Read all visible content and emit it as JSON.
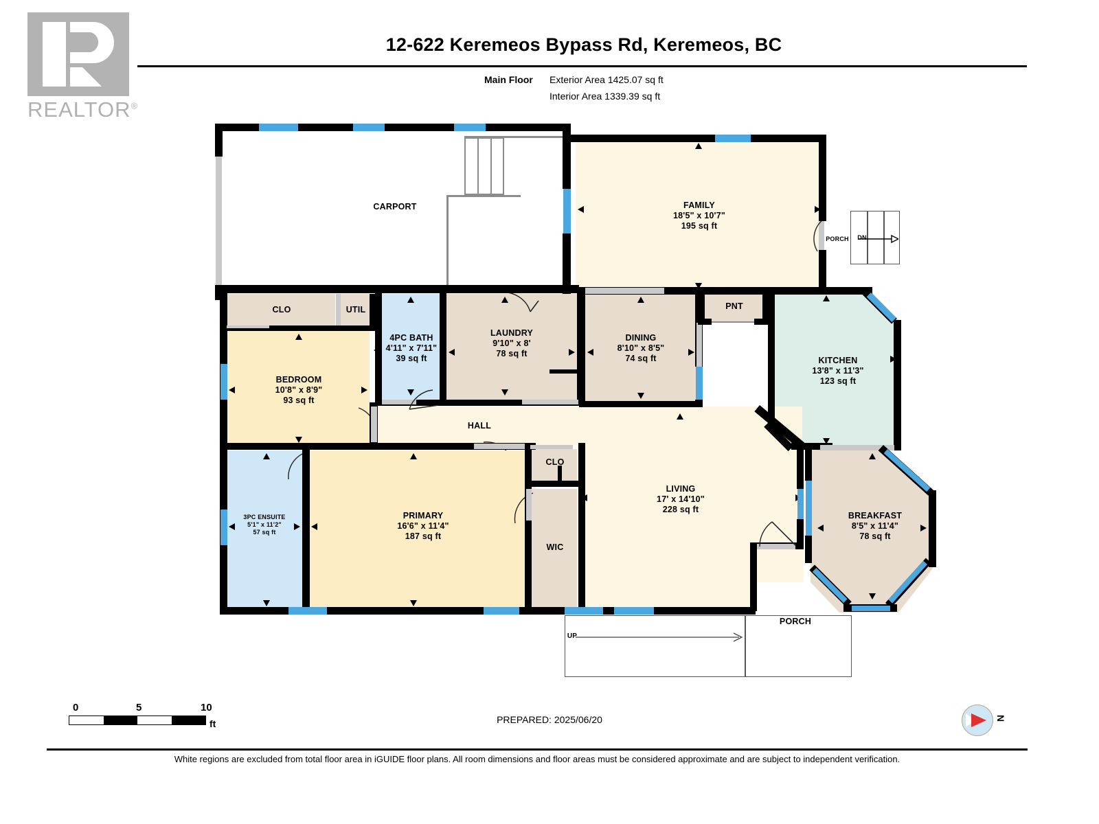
{
  "brand": {
    "logo_text": "REALTOR",
    "logo_reg": "®",
    "logo_letter": "R"
  },
  "header": {
    "title": "12-622 Keremeos Bypass Rd, Keremeos, BC",
    "floor_label": "Main Floor",
    "exterior_area": "Exterior Area 1425.07 sq ft",
    "interior_area": "Interior Area 1339.39 sq ft"
  },
  "rooms": {
    "carport": {
      "name": "CARPORT"
    },
    "family": {
      "name": "FAMILY",
      "dim": "18'5\" x 10'7\"",
      "sqft": "195 sq ft"
    },
    "porch_top": {
      "name": "PORCH",
      "dn": "DN"
    },
    "clo_top": {
      "name": "CLO"
    },
    "util": {
      "name": "UTIL"
    },
    "bath4pc": {
      "name": "4PC BATH",
      "dim": "4'11\" x 7'11\"",
      "sqft": "39 sq ft"
    },
    "laundry": {
      "name": "LAUNDRY",
      "dim": "9'10\" x 8'",
      "sqft": "78 sq ft"
    },
    "dining": {
      "name": "DINING",
      "dim": "8'10\" x 8'5\"",
      "sqft": "74 sq ft"
    },
    "pnt": {
      "name": "PNT"
    },
    "kitchen": {
      "name": "KITCHEN",
      "dim": "13'8\" x 11'3\"",
      "sqft": "123 sq ft"
    },
    "bedroom": {
      "name": "BEDROOM",
      "dim": "10'8\" x 8'9\"",
      "sqft": "93 sq ft"
    },
    "hall": {
      "name": "HALL"
    },
    "ensuite": {
      "name": "3PC ENSUITE",
      "dim": "5'1\" x 11'2\"",
      "sqft": "57 sq ft"
    },
    "primary": {
      "name": "PRIMARY",
      "dim": "16'6\" x 11'4\"",
      "sqft": "187 sq ft"
    },
    "clo_mid": {
      "name": "CLO"
    },
    "wic": {
      "name": "WIC"
    },
    "living": {
      "name": "LIVING",
      "dim": "17' x 14'10\"",
      "sqft": "228 sq ft"
    },
    "breakfast": {
      "name": "BREAKFAST",
      "dim": "8'5\" x 11'4\"",
      "sqft": "78 sq ft"
    },
    "porch_bot": {
      "name": "PORCH"
    },
    "up_arrow": {
      "name": "UP"
    }
  },
  "scale": {
    "zero": "0",
    "mid": "5",
    "max": "10",
    "unit": "ft"
  },
  "footer": {
    "prepared": "PREPARED: 2025/06/20",
    "compass_label": "N",
    "disclaimer": "White regions are excluded from total floor area in iGUIDE floor plans. All room dimensions and floor areas must be considered approximate and are subject to independent verification."
  },
  "colors": {
    "wall": "#000000",
    "window": "#4ba7dd",
    "cream": "#fdf6e3",
    "yellow": "#fcedc4",
    "bath_blue": "#cfe7f7",
    "tan": "#e7dccd",
    "mint": "#dceee7",
    "logo_gray": "#b3b3b3",
    "compass_red": "#e03131"
  }
}
